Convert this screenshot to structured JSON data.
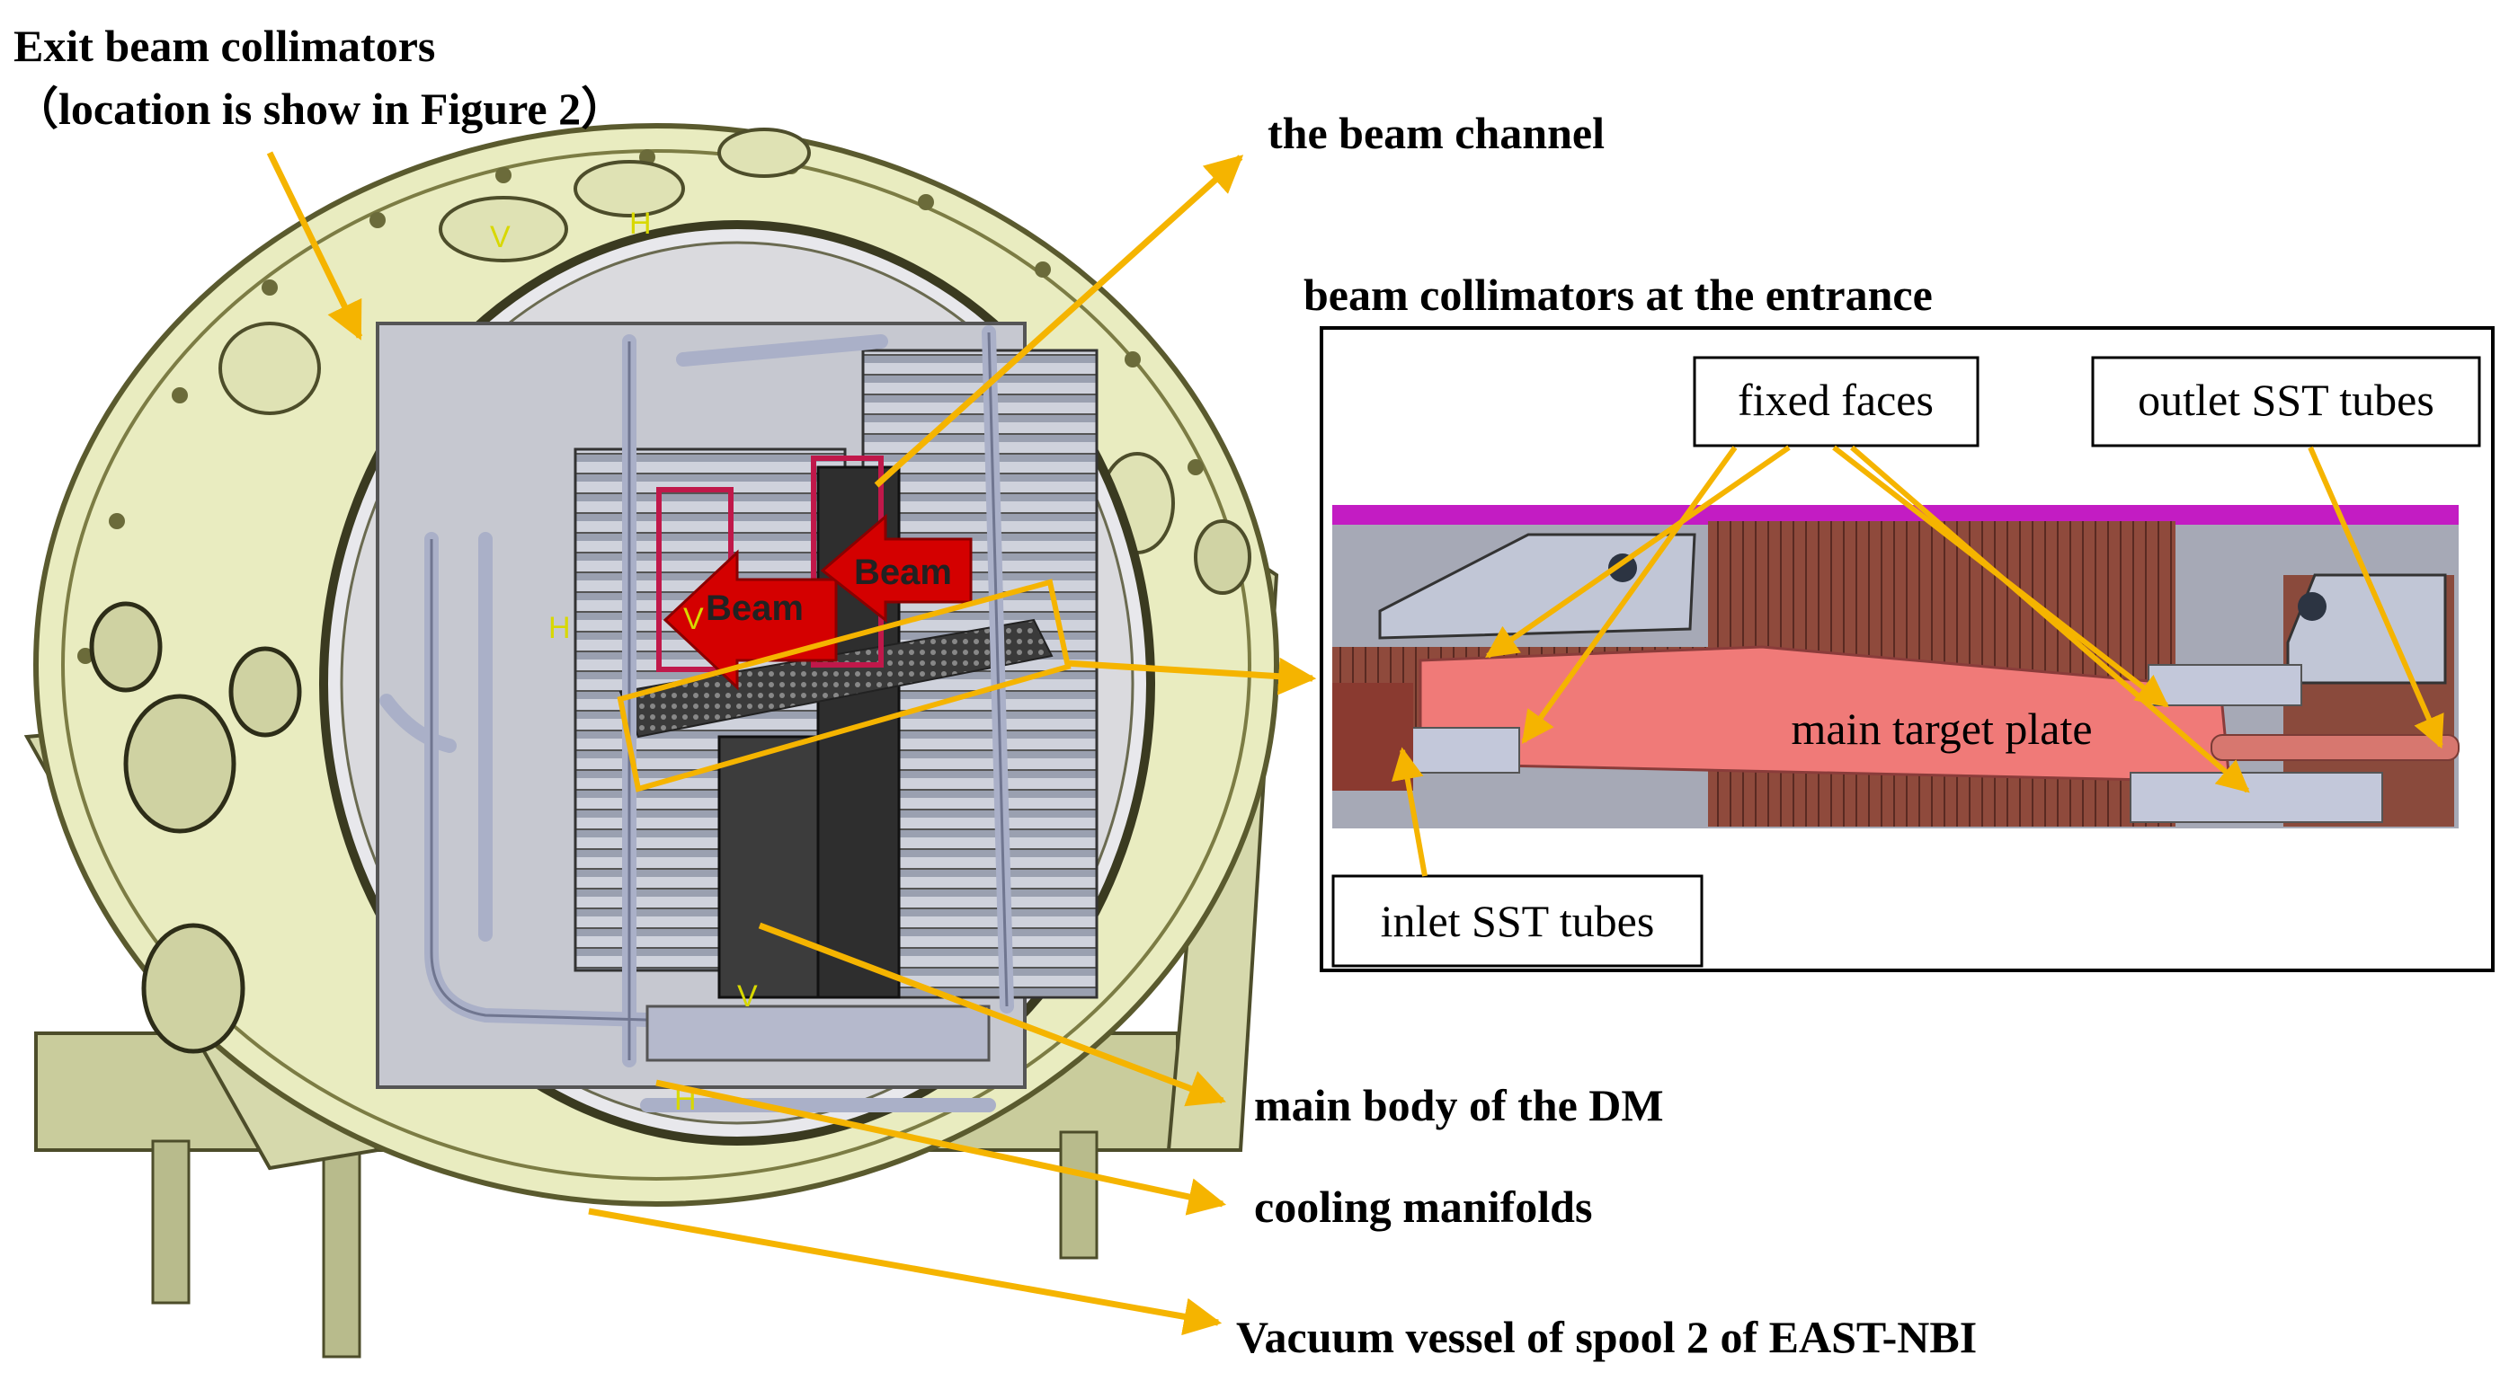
{
  "labels": {
    "exit_collimators_line1": "Exit beam collimators",
    "exit_collimators_line2": "（location is show in Figure 2）",
    "beam_channel": "the beam channel",
    "entrance_collimators": "beam collimators at the entrance",
    "main_body": "main body of the DM",
    "cooling_manifolds": "cooling manifolds",
    "vacuum_vessel": "Vacuum vessel of spool 2 of EAST-NBI"
  },
  "inset": {
    "fixed_faces": "fixed faces",
    "outlet_tubes": "outlet SST tubes",
    "main_target_plate": "main target plate",
    "inlet_tubes": "inlet SST tubes"
  },
  "beam_arrows": [
    "Beam",
    "Beam"
  ],
  "axis_marks": [
    "V",
    "H",
    "V",
    "H",
    "V",
    "H"
  ],
  "colors": {
    "callout_arrow": "#F5B400",
    "vessel_fill": "#E9ECC0",
    "vessel_edge": "#5A5A2E",
    "beam_arrow": "#D40000",
    "inset_plate": "#F07A78",
    "inset_copper": "#9A4E40",
    "inset_steel": "#B9BFD0"
  }
}
